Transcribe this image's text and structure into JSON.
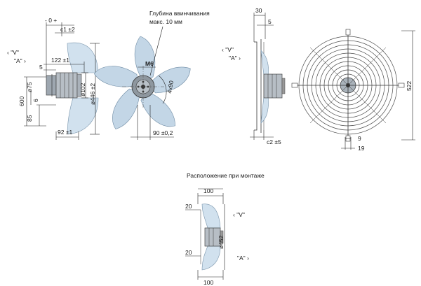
{
  "side_view_left": {
    "dim_minus_0_plus": "- 0 +",
    "dim_c1": "c1 ±2",
    "dim_122": "122 ±1",
    "dim_5": "5",
    "dim_d75": "ø75",
    "dim_d102": "ø102",
    "dim_d446": "ø446 ±2",
    "dim_600": "600",
    "dim_6": "6",
    "dim_85": "85",
    "dim_92": "92 ±1",
    "label_v": "‹ \"V\"",
    "label_a": "\"A\" ›"
  },
  "front_view_blades": {
    "note_line1": "Глубина ввинчивания",
    "note_line2": "макс. 10 мм",
    "dim_m6": "M6",
    "dim_4x90": "4x90",
    "dim_90": "90 ±0,2"
  },
  "side_view_guard": {
    "dim_30": "30",
    "dim_5": "5",
    "dim_c2": "c2 ±5",
    "label_v": "‹ \"V\"",
    "label_a": "\"A\" ›"
  },
  "front_view_guard": {
    "dim_522": "522",
    "dim_9": "9",
    "dim_19": "19"
  },
  "mounting": {
    "title": "Расположение при монтаже",
    "dim_100_top": "100",
    "dim_20_top": "20",
    "dim_d452": "ø452",
    "dim_20_bottom": "20",
    "dim_100_bottom": "100",
    "label_v": "‹ \"V\"",
    "label_a": "\"A\" ›"
  }
}
